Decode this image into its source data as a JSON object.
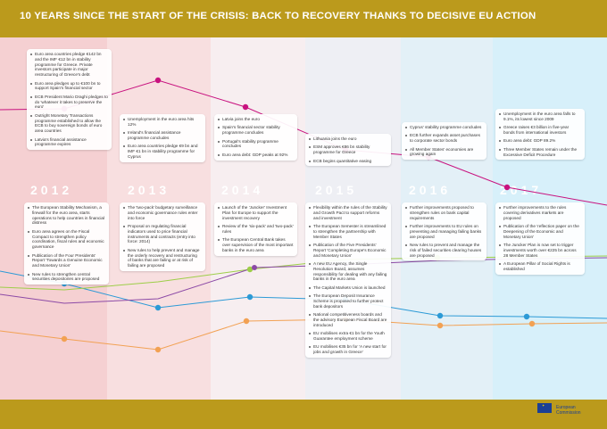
{
  "header": {
    "title": "10 YEARS SINCE THE START OF THE CRISIS: BACK TO RECOVERY THANKS TO DECISIVE EU ACTION"
  },
  "years": [
    "2012",
    "2013",
    "2014",
    "2015",
    "2016",
    "2017"
  ],
  "colors": {
    "header": "#bb9a1c",
    "cols": [
      "#f5d0d2",
      "#f8dfe0",
      "#f7eef0",
      "#eeeff4",
      "#e3f0f7",
      "#d7f0fa"
    ],
    "magenta": "#c8127f",
    "blue": "#2c9ad6",
    "orange": "#f2a153",
    "green": "#9dce48",
    "purple": "#8c4aa6"
  },
  "top_cards": [
    [
      "Euro area countries pledge €142 bn and the IMF €12 bn in stability programme for Greece. Private investors participate in major restructuring of Greece's debt",
      "Euro area pledges up to €100 bn to support Spain's financial sector",
      "ECB President Mario Draghi pledges to do 'whatever it takes to preserve the euro'",
      "Outright Monetary Transactions programme established to allow the ECB to buy sovereign bonds of euro area countries",
      "Latvia's financial assistance programme expires"
    ],
    [
      "Unemployment in the euro area hits 12%",
      "Ireland's financial assistance programme concludes",
      "Euro area countries pledge €9 bn and IMF €1 bn in stability programme for Cyprus"
    ],
    [
      "Latvia joins the euro",
      "Spain's financial sector stability programme concludes",
      "Portugal's stability programme concludes",
      "Euro area debt: GDP peaks at 92%"
    ],
    [
      "Lithuania joins the euro",
      "ESM approves €86 bn stability programme for Greece",
      "ECB begins quantitative easing"
    ],
    [
      "Cyprus' stability programme concludes",
      "ECB further expands asset purchases to corporate sector bonds",
      "All Member States' economies are growing again"
    ],
    [
      "Unemployment in the euro area falls to 9.1%, its lowest since 2009",
      "Greece raises €3 billion in five-year bonds from international investors",
      "Euro area debt: GDP 89.2%",
      "Three Member States remain under the Excessive Deficit Procedure"
    ]
  ],
  "bottom_cards": [
    [
      "The European Stability Mechanism, a firewall for the euro area, starts operations to help countries in financial distress",
      "Euro area agrees on the Fiscal Compact to strengthen policy coordination, fiscal rules and economic governance",
      "Publication of the Four Presidents' Report 'Towards a Genuine Economic and Monetary Union'",
      "New rules to strengthen central securities depositories are proposed"
    ],
    [
      "The 'two-pack' budgetary surveillance and economic governance rules enter into force",
      "Proposal on regulating financial indicators used to price financial instruments and contracts (entry into force: 2014)",
      "New rules to help prevent and manage the orderly recovery and restructuring of banks that are failing or at risk of failing are proposed"
    ],
    [
      "Launch of the 'Juncker' Investment Plan for Europe to support the investment recovery",
      "Review of the 'six-pack' and 'two-pack' rules",
      "The European Central Bank takes over supervision of the most important banks in the euro area"
    ],
    [
      "Flexibility within the rules of the Stability and Growth Pact to support reforms and investment",
      "The European Semester is streamlined to strengthen the partnership with Member States",
      "Publication of the Five Presidents' Report 'Completing Europe's Economic and Monetary Union'",
      "A new EU Agency, the Single Resolution Board, assumes responsibility for dealing with any failing banks in the euro area",
      "The Capital Markets Union is launched",
      "The European Deposit Insurance Scheme is proposed to further protect bank depositors",
      "National competitiveness boards and the advisory European Fiscal Board are introduced",
      "EU mobilises extra €1 bn for the Youth Guarantee employment scheme",
      "EU mobilises €35 bn for 'A new start for jobs and growth in Greece'"
    ],
    [
      "Further improvements proposed to strengthen rules on bank capital requirements",
      "Further improvements to EU rules on preventing and managing failing banks are proposed",
      "New rules to prevent and manage the risk of failed securities clearing houses are proposed"
    ],
    [
      "Further improvements to the rules covering derivatives markets are proposed",
      "Publication of the 'reflection paper on the Deepening of the Economic and Monetary Union'",
      "The Juncker Plan is now set to trigger investments worth over €225 bn across 28 Member States",
      "A European Pillar of Social Rights is established"
    ]
  ],
  "footer": {
    "logo_line1": "European",
    "logo_line2": "Commission",
    "flag_icon": "eu-flag-icon"
  }
}
